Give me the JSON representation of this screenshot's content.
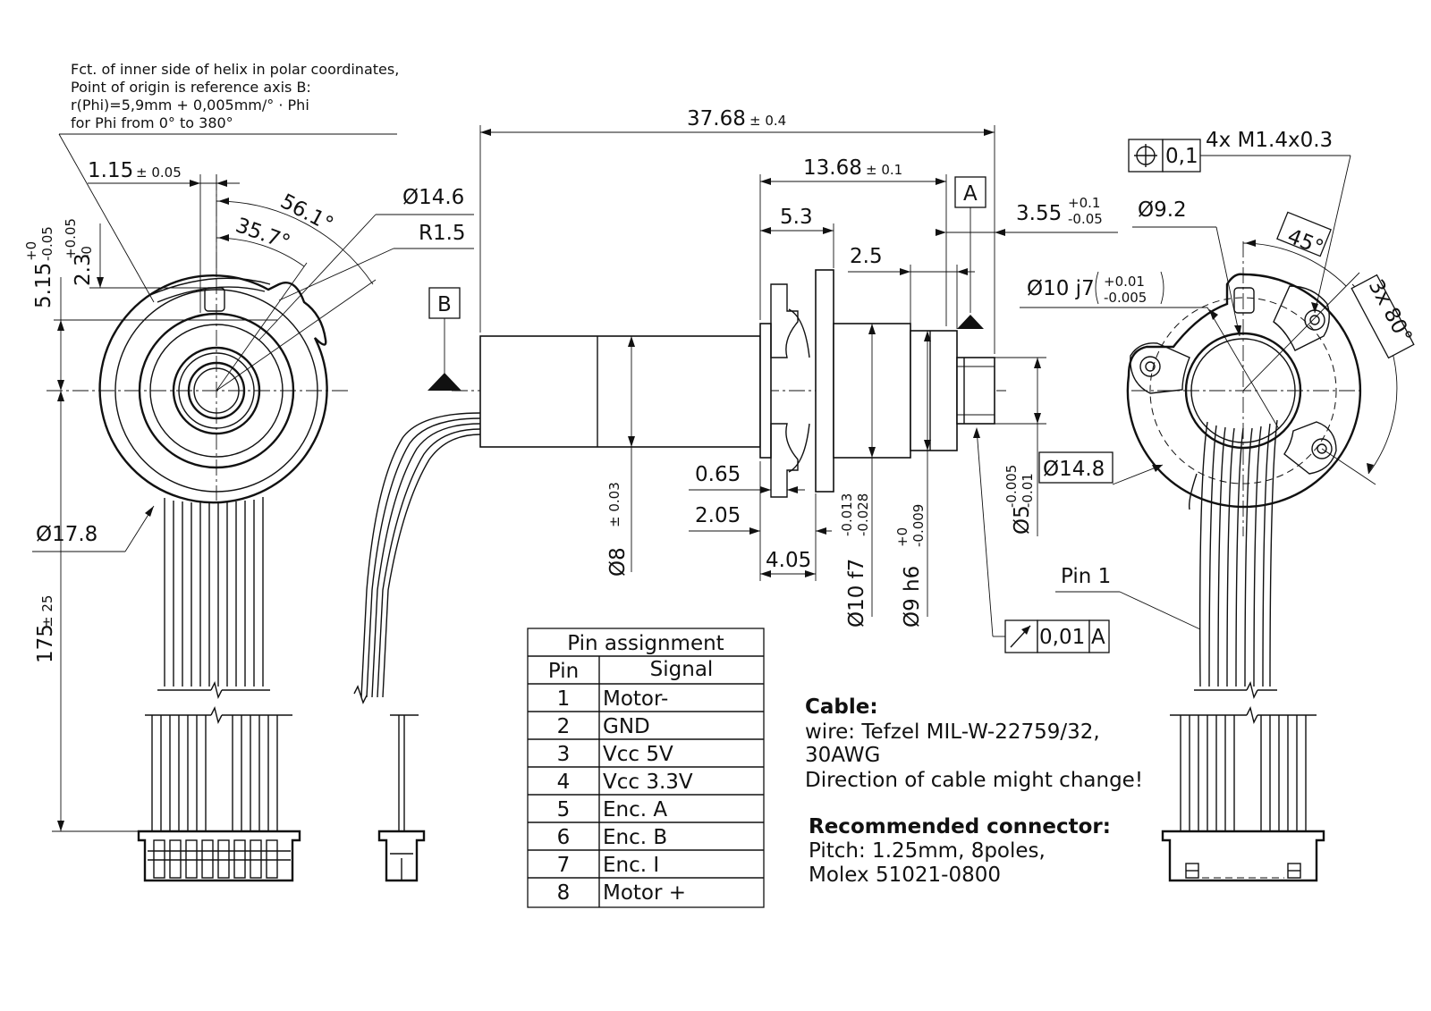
{
  "helix_note": {
    "line1": "Fct. of inner side of helix in polar coordinates,",
    "line2": "Point of origin is reference axis B:",
    "line3": "r(Phi)=5,9mm + 0,005mm/° · Phi",
    "line4": "for Phi from 0° to 380°"
  },
  "front_view": {
    "dim_115": "1.15",
    "dim_115_tol": "± 0.05",
    "angle_567": "56.1°",
    "angle_357": "35.7°",
    "dia_146": "Ø14.6",
    "r15": "R1.5",
    "dim_515": "5.15",
    "dim_515_tol_up": "+0",
    "dim_515_tol_low": "-0.05",
    "dim_23": "2.3",
    "dim_23_tol_up": "+0.05",
    "dim_23_tol_low": "-0",
    "dia_178": "Ø17.8",
    "len_175": "175",
    "len_175_tol": "± 25"
  },
  "side_view": {
    "len_3768": "37.68",
    "len_3768_tol": "± 0.4",
    "len_1368": "13.68",
    "len_1368_tol": "± 0.1",
    "datum_a": "A",
    "datum_b": "B",
    "dim_53": "5.3",
    "dim_25": "2.5",
    "dim_355": "3.55",
    "dim_355_tol_up": "+0.1",
    "dim_355_tol_low": "-0.05",
    "dim_065": "0.65",
    "dim_205": "2.05",
    "dim_405": "4.05",
    "dia_8": "Ø8",
    "dia_8_tol": "± 0.03",
    "dia_10f7": "Ø10 f7",
    "dia_10f7_tol_up": "-0.013",
    "dia_10f7_tol_low": "-0.028",
    "dia_9h6": "Ø9 h6",
    "dia_9h6_tol_up": "+0",
    "dia_9h6_tol_low": "-0.009",
    "dia_5": "Ø5",
    "dia_5_tol_up": "-0.005",
    "dia_5_tol_low": "-0.01",
    "runout_value": "0,01",
    "runout_datum": "A"
  },
  "rear_view": {
    "position_tol": "0,1",
    "thread": "4x M1.4x0.3",
    "dia_92": "Ø9.2",
    "dia_10j7": "Ø10 j7",
    "dia_10j7_tol_up": "+0.01",
    "dia_10j7_tol_low": "-0.005",
    "angle_45": "45°",
    "angle_3x80": "3x 80°",
    "dia_148": "Ø14.8",
    "pin1": "Pin 1"
  },
  "pin_table": {
    "title": "Pin assignment",
    "headers": [
      "Pin",
      "Signal"
    ],
    "rows": [
      [
        "1",
        "Motor-"
      ],
      [
        "2",
        "GND"
      ],
      [
        "3",
        "Vcc 5V"
      ],
      [
        "4",
        "Vcc 3.3V"
      ],
      [
        "5",
        "Enc. A"
      ],
      [
        "6",
        "Enc. B"
      ],
      [
        "7",
        "Enc. I"
      ],
      [
        "8",
        "Motor +"
      ]
    ]
  },
  "cable": {
    "heading": "Cable:",
    "line1": "wire: Tefzel MIL-W-22759/32,",
    "line2": "30AWG",
    "line3": "Direction of cable might change!"
  },
  "connector": {
    "heading": "Recommended connector:",
    "line1": "Pitch: 1.25mm, 8poles,",
    "line2": "Molex 51021-0800"
  }
}
